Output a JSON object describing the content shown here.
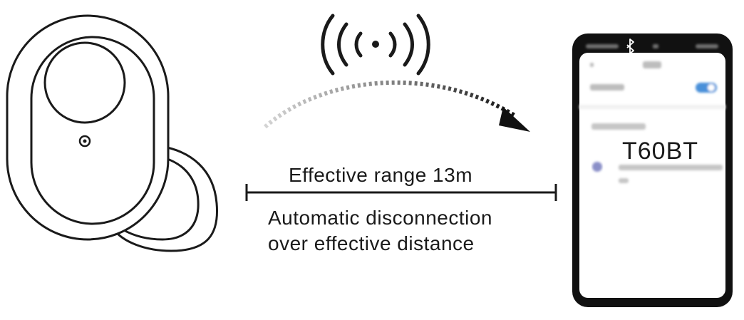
{
  "labels": {
    "range": "Effective range 13m",
    "note_line_1": "Automatic disconnection",
    "note_line_2": "over effective distance",
    "device_name": "T60BT"
  },
  "icons": {
    "earbud": "earbud-icon",
    "signal": "wireless-signal-icon",
    "bluetooth": "bluetooth-icon",
    "toggle": "toggle-switch-icon",
    "device_dot": "device-dot-icon"
  },
  "colors": {
    "line": "#1a1a1a",
    "arrow_fade": "#c8c8c8",
    "blur_text": "#bdbdbd",
    "toggle": "#4a90d9",
    "device_dot": "#8a8fc8"
  }
}
